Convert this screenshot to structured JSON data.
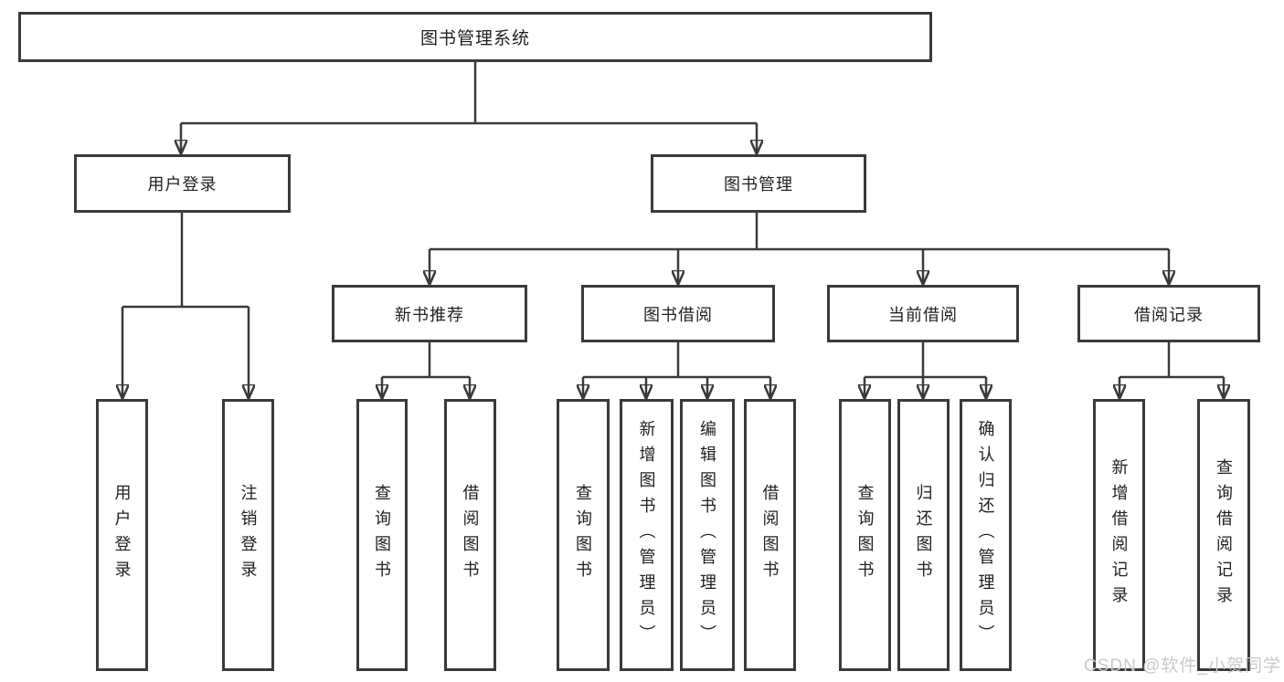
{
  "colors": {
    "line": "#3a3a3a",
    "text": "#1f1f1f",
    "watermark": "#c9c9c9"
  },
  "diagram": {
    "root": {
      "label": "图书管理系统"
    },
    "branches": {
      "user_login": {
        "label": "用户登录",
        "children": {
          "login": "用户登录",
          "logout": "注销登录"
        }
      },
      "book_mgmt": {
        "label": "图书管理",
        "sections": {
          "new_rec": {
            "label": "新书推荐",
            "children": {
              "c1": "查询图书",
              "c2": "借阅图书"
            }
          },
          "borrow": {
            "label": "图书借阅",
            "children": {
              "c1": "查询图书",
              "c2": "新增图书（管理员）",
              "c3": "编辑图书（管理员）",
              "c4": "借阅图书"
            }
          },
          "current": {
            "label": "当前借阅",
            "children": {
              "c1": "查询图书",
              "c2": "归还图书",
              "c3": "确认归还（管理员）"
            }
          },
          "records": {
            "label": "借阅记录",
            "children": {
              "c1": "新增借阅记录",
              "c2": "查询借阅记录"
            }
          }
        }
      }
    },
    "watermark": "CSDN @软件_小贺同学"
  }
}
